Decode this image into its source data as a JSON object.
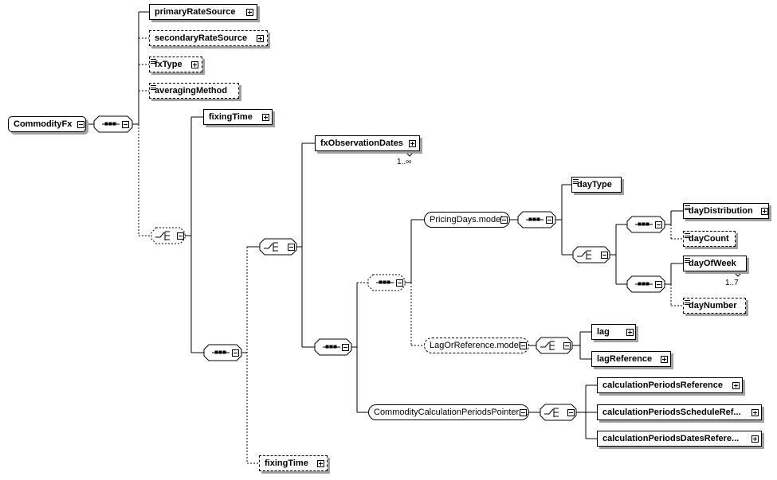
{
  "elements": {
    "commodityFx": "CommodityFx",
    "primaryRateSource": "primaryRateSource",
    "secondaryRateSource": "secondaryRateSource",
    "fxType": "fxType",
    "averagingMethod": "averagingMethod",
    "fixingTime1": "fixingTime",
    "fixingTime2": "fixingTime",
    "fxObservationDates": "fxObservationDates",
    "dayType": "dayType",
    "dayDistribution": "dayDistribution",
    "dayCount": "dayCount",
    "dayOfWeek": "dayOfWeek",
    "dayNumber": "dayNumber",
    "lag": "lag",
    "lagReference": "lagReference",
    "calculationPeriodsReference": "calculationPeriodsReference",
    "calculationPeriodsScheduleReference": "calculationPeriodsScheduleRef...",
    "calculationPeriodsDatesReference": "calculationPeriodsDatesRefere..."
  },
  "groups": {
    "pricingDays": "PricingDays.model",
    "lagOrReference": "LagOrReference.model",
    "commodityCalculationPeriodsPointer": "CommodityCalculationPeriodsPointer...."
  },
  "occurrences": {
    "fxObservationDates": "1..∞",
    "dayOfWeek": "1..7"
  }
}
